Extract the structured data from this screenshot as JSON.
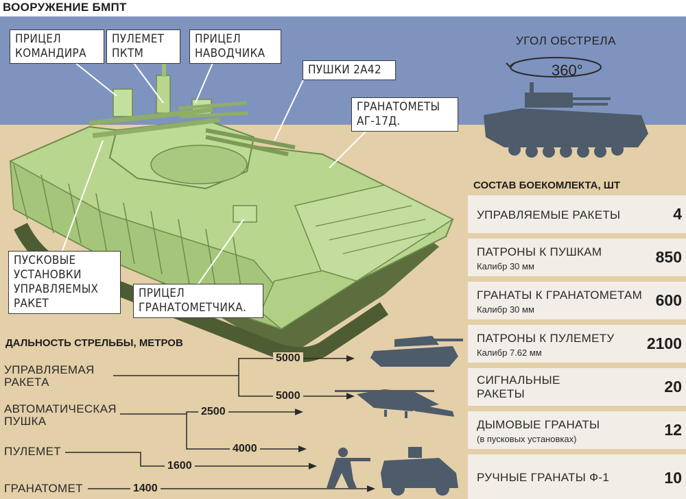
{
  "title": "ВООРУЖЕНИЕ БМПТ",
  "callouts": {
    "commander_sight": "ПРИЦЕЛ\nКОМАНДИРА",
    "machine_gun": "ПУЛЕМЕТ\nПКТМ",
    "gunner_sight": "ПРИЦЕЛ\nНАВОДЧИКА",
    "cannons": "ПУШКИ 2А42",
    "grenade_launchers": "ГРАНАТОМЕТЫ\nАГ-17Д.",
    "missile_launchers": "ПУСКОВЫЕ\nУСТАНОВКИ\nУПРАВЛЯЕМЫХ\nРАКЕТ",
    "grenadier_sight": "ПРИЦЕЛ\nГРАНАТОМЕТЧИКА."
  },
  "firing_angle": {
    "label": "УГОЛ ОБСТРЕЛА",
    "value": "360°"
  },
  "ammo": {
    "title": "СОСТАВ БОЕКОМЛЕКТА, ШТ",
    "rows": [
      {
        "name": "УПРАВЛЯЕМЫЕ РАКЕТЫ",
        "sub": "",
        "value": "4"
      },
      {
        "name": "ПАТРОНЫ К ПУШКАМ",
        "sub": "Калибр 30 мм",
        "value": "850"
      },
      {
        "name": "ГРАНАТЫ К ГРАНАТОМЕТАМ",
        "sub": "Калибр 30 мм",
        "value": "600"
      },
      {
        "name": "ПАТРОНЫ К ПУЛЕМЕТУ",
        "sub": "Калибр 7.62 мм",
        "value": "2100"
      },
      {
        "name": "СИГНАЛЬНЫЕ\nРАКЕТЫ",
        "sub": "",
        "value": "20"
      },
      {
        "name": "ДЫМОВЫЕ ГРАНАТЫ",
        "sub": "(в пусковых установках)",
        "value": "12"
      },
      {
        "name": "РУЧНЫЕ ГРАНАТЫ Ф-1",
        "sub": "",
        "value": "10"
      }
    ]
  },
  "range": {
    "title": "ДАЛЬНОСТЬ СТРЕЛЬБЫ, МЕТРОВ",
    "weapons": [
      {
        "name": "УПРАВЛЯЕМАЯ\nРАКЕТА",
        "values": [
          "5000",
          "5000"
        ]
      },
      {
        "name": "АВТОМАТИЧЕСКАЯ\nПУШКА",
        "values": [
          "2500",
          "4000"
        ]
      },
      {
        "name": "ПУЛЕМЕТ",
        "values": [
          "1600"
        ]
      },
      {
        "name": "ГРАНАТОМЕТ",
        "values": [
          "1400"
        ]
      }
    ]
  },
  "colors": {
    "sky": "#7f93bf",
    "ground": "#e3cfa8",
    "vehicle": "#b4d48c",
    "silhouette": "#4d5b6a",
    "panel": "#f2ede6"
  }
}
